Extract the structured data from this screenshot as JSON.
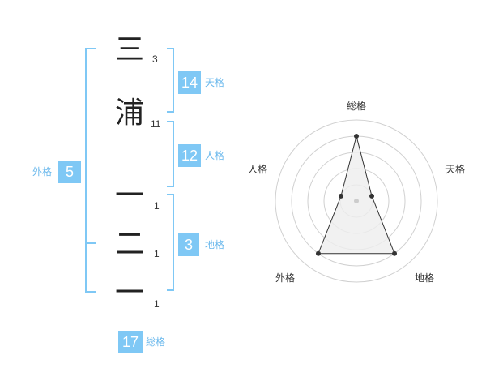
{
  "name": {
    "characters": [
      {
        "char": "三",
        "strokes": "3"
      },
      {
        "char": "浦",
        "strokes": "11"
      },
      {
        "char": "一",
        "strokes": "1"
      },
      {
        "char": "二",
        "strokes": "1"
      },
      {
        "char": "一",
        "strokes": "1"
      }
    ]
  },
  "kakusuu": {
    "tenkaku": {
      "value": "14",
      "label": "天格"
    },
    "jinkaku": {
      "value": "12",
      "label": "人格"
    },
    "chikaku": {
      "value": "3",
      "label": "地格"
    },
    "gaikaku": {
      "value": "5",
      "label": "外格"
    },
    "soukaku": {
      "value": "17",
      "label": "総格"
    }
  },
  "radar": {
    "axes": [
      "総格",
      "天格",
      "地格",
      "外格",
      "人格"
    ],
    "values": [
      1.0,
      0.25,
      1.0,
      1.0,
      0.25
    ],
    "colors": {
      "fill": "#eeeeee",
      "line": "#333333",
      "grid": "#d0d0d0"
    }
  },
  "colors": {
    "accent": "#7fc8f5",
    "bracket": "#7fc8f5"
  }
}
